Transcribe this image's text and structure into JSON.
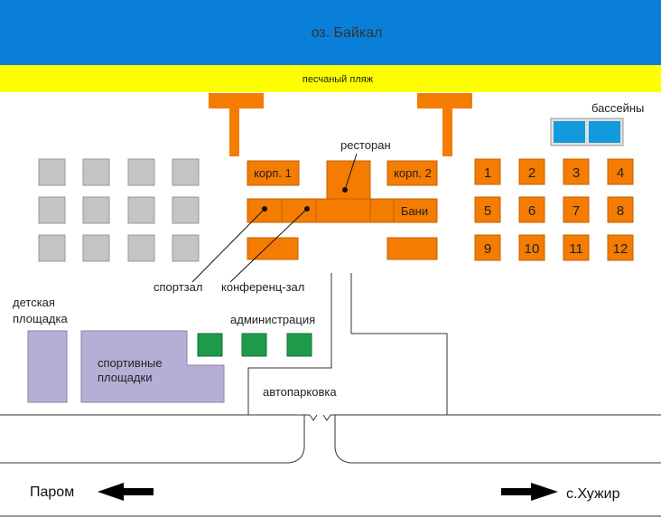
{
  "lake": {
    "label": "оз. Байкал",
    "color": "#0a7fd9"
  },
  "beach": {
    "label": "песчаный пляж",
    "color": "#ffff00"
  },
  "colors": {
    "building": "#f47c00",
    "building_stroke": "#c55f00",
    "grey_cabin": "#c4c4c4",
    "admin": "#1e9a4b",
    "sport": "#b6aed5",
    "pool": "#119bdc"
  },
  "labels": {
    "pools": "бассейны",
    "restaurant": "ресторан",
    "korp1": "корп. 1",
    "korp2": "корп. 2",
    "bani": "Бани",
    "sportzal": "спортзал",
    "conference": "конференц-зал",
    "playground": "детская площадка",
    "sport_areas": "спортивные площадки",
    "administration": "администрация",
    "parking": "автопарковка",
    "ferry": "Паром",
    "khuzhir": "с.Хужир"
  },
  "cabins": [
    "1",
    "2",
    "3",
    "4",
    "5",
    "6",
    "7",
    "8",
    "9",
    "10",
    "11",
    "12"
  ]
}
